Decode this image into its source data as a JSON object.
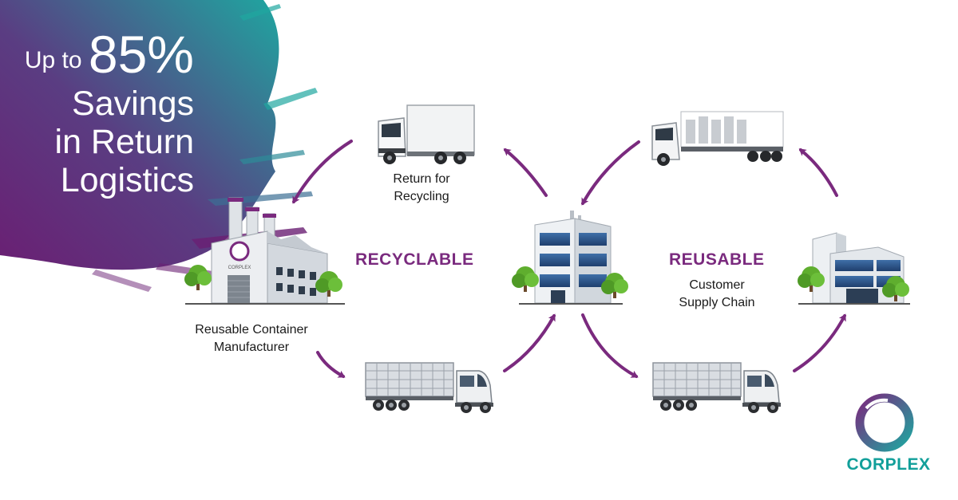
{
  "headline": {
    "prefix": "Up to",
    "percent": "85%",
    "line2": "Savings",
    "line3": "in Return",
    "line4": "Logistics"
  },
  "labels": {
    "return_recycling_1": "Return for",
    "return_recycling_2": "Recycling",
    "recyclable": "RECYCLABLE",
    "reusable": "REUSABLE",
    "customer_1": "Customer",
    "customer_2": "Supply Chain",
    "manufacturer_1": "Reusable Container",
    "manufacturer_2": "Manufacturer",
    "factory_logo_text": "CORPLEX"
  },
  "brand": {
    "name": "CORPLEX"
  },
  "colors": {
    "purple": "#7a2a7e",
    "teal": "#1fa6a0",
    "brand_teal": "#129f9a",
    "text": "#1a1a1a"
  },
  "icons": [
    "box-truck-icon",
    "flatbed-truck-icon",
    "livestock-truck-icon",
    "factory-icon",
    "office-building-icon",
    "corporate-building-icon",
    "tree-icon",
    "corplex-ring-logo-icon"
  ]
}
